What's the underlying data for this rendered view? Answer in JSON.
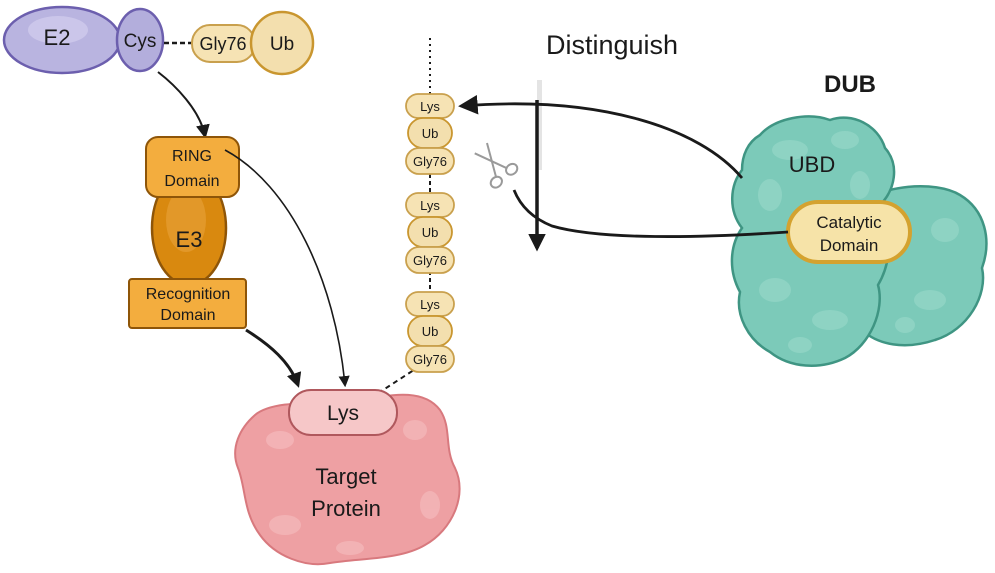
{
  "e2": {
    "label": "E2",
    "cys_label": "Cys"
  },
  "ubiquitin_donor": {
    "gly_label": "Gly76",
    "ub_label": "Ub"
  },
  "e3": {
    "ring_line1": "RING",
    "ring_line2": "Domain",
    "label": "E3",
    "recognition_line1": "Recognition",
    "recognition_line2": "Domain"
  },
  "chain": {
    "units": [
      {
        "lys": "Lys",
        "ub": "Ub",
        "gly": "Gly76"
      },
      {
        "lys": "Lys",
        "ub": "Ub",
        "gly": "Gly76"
      },
      {
        "lys": "Lys",
        "ub": "Ub",
        "gly": "Gly76"
      }
    ]
  },
  "target": {
    "lys_label": "Lys",
    "line1": "Target",
    "line2": "Protein"
  },
  "distinguish_label": "Distinguish",
  "dub": {
    "title": "DUB",
    "ubd_label": "UBD",
    "catalytic_line1": "Catalytic",
    "catalytic_line2": "Domain"
  },
  "colors": {
    "e2_fill": "#b9b4e0",
    "e2_stroke": "#6c5fae",
    "ub_fill": "#f6e3b4",
    "ub_stroke": "#c9a04d",
    "e3_fill": "#d9890f",
    "ring_fill": "#f3ad3e",
    "target_fill": "#eea0a3",
    "dub_fill": "#7ccab9",
    "catalytic_fill": "#f6e3a8"
  }
}
